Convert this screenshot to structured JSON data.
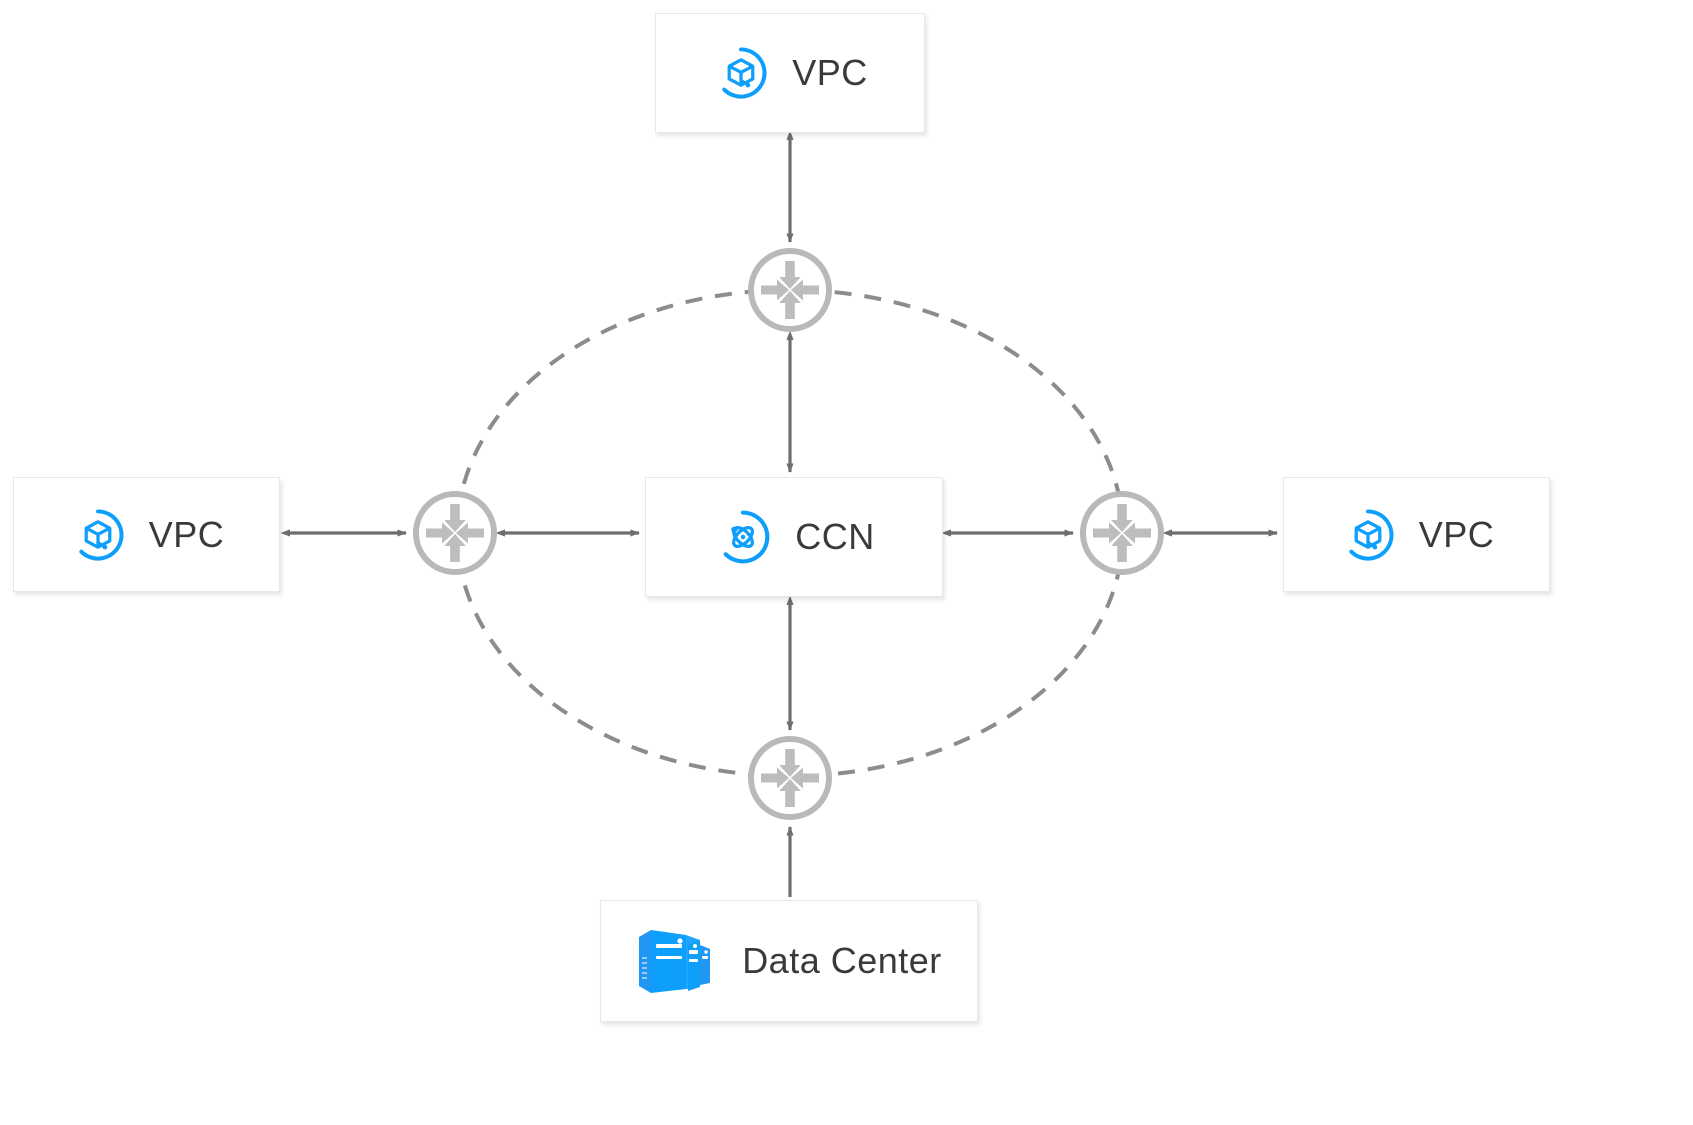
{
  "diagram": {
    "title": "CCN cloud connect network topology",
    "background_color": "#ffffff",
    "accent_color": "#0d9ffb",
    "line_color": "#777777",
    "router_color": "#b5b5b5",
    "dashed_ellipse_color": "#8c8c8c",
    "text_color": "#3a3a3a"
  },
  "nodes": {
    "vpc_top": {
      "label": "VPC",
      "icon": "vpc-cube-icon",
      "position": "top"
    },
    "vpc_left": {
      "label": "VPC",
      "icon": "vpc-cube-icon",
      "position": "left"
    },
    "vpc_right": {
      "label": "VPC",
      "icon": "vpc-cube-icon",
      "position": "right"
    },
    "ccn": {
      "label": "CCN",
      "icon": "ccn-atom-icon",
      "position": "center"
    },
    "data_center": {
      "label": "Data Center",
      "icon": "server-rack-icon",
      "position": "bottom"
    }
  },
  "routers": [
    {
      "name": "router-north",
      "icon": "router-converging-arrows-icon"
    },
    {
      "name": "router-west",
      "icon": "router-converging-arrows-icon"
    },
    {
      "name": "router-east",
      "icon": "router-converging-arrows-icon"
    },
    {
      "name": "router-south",
      "icon": "router-converging-arrows-icon"
    }
  ],
  "connections": [
    {
      "from": "vpc_top",
      "to": "router-north",
      "style": "double-arrow"
    },
    {
      "from": "router-north",
      "to": "ccn",
      "style": "double-arrow"
    },
    {
      "from": "vpc_left",
      "to": "router-west",
      "style": "double-arrow"
    },
    {
      "from": "router-west",
      "to": "ccn",
      "style": "double-arrow"
    },
    {
      "from": "vpc_right",
      "to": "router-east",
      "style": "double-arrow"
    },
    {
      "from": "router-east",
      "to": "ccn",
      "style": "double-arrow"
    },
    {
      "from": "data_center",
      "to": "router-south",
      "style": "single-arrow"
    },
    {
      "from": "router-south",
      "to": "ccn",
      "style": "double-arrow"
    },
    {
      "from": "routers",
      "to": "routers",
      "style": "dashed-ellipse"
    }
  ]
}
